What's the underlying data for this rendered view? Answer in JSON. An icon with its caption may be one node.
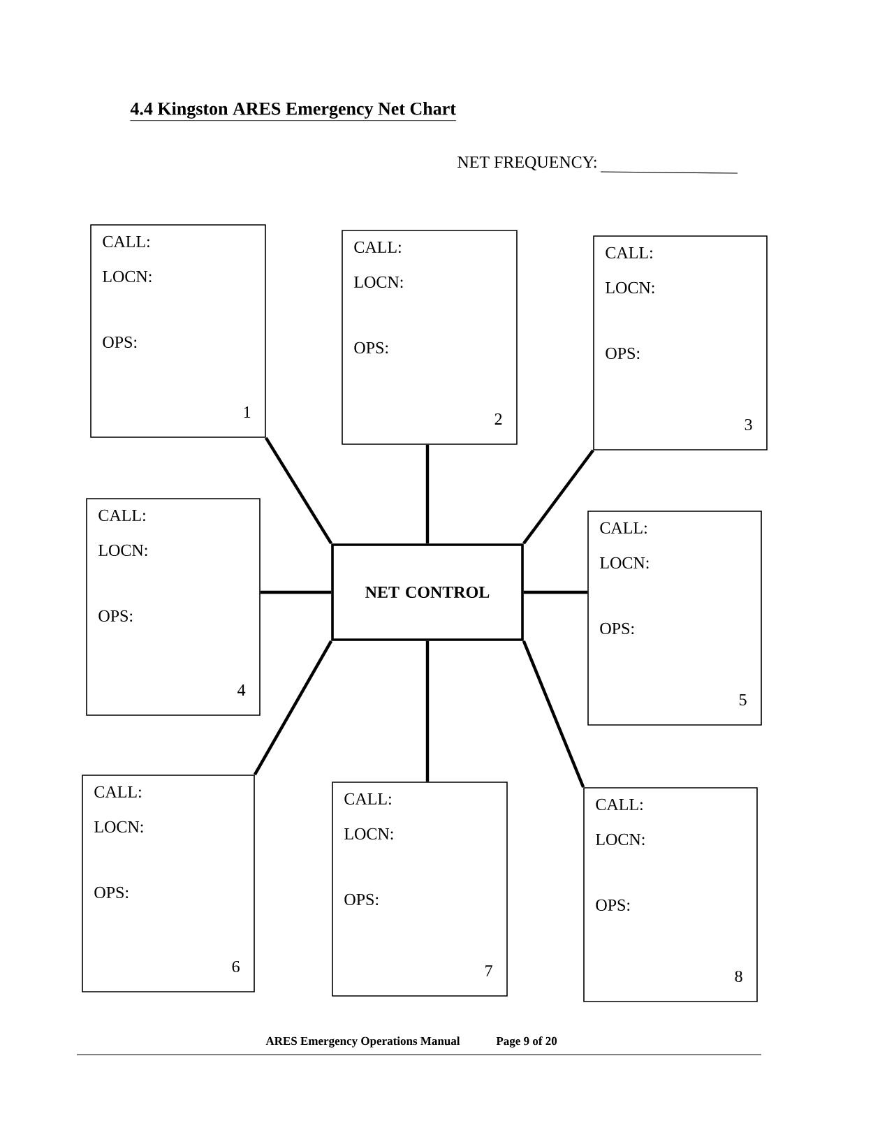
{
  "diagram": {
    "title": "4.4 Kingston ARES Emergency Net Chart",
    "nodes": [
      {
        "text": [
          "CALL:",
          "LOCN:",
          "OPS:",
          "1"
        ]
      },
      {
        "text": [
          "CALL:",
          "LOCN:",
          "OPS:",
          "2"
        ]
      },
      {
        "text": [
          "CALL:",
          "LOCN:",
          "OPS:",
          "3"
        ]
      },
      {
        "text": [
          "CALL:",
          "LOCN:",
          "OPS:",
          "4"
        ]
      },
      {
        "text": [
          "NET CONTROL"
        ]
      },
      {
        "text": [
          "CALL:",
          "LOCN:",
          "OPS:",
          "5"
        ]
      },
      {
        "text": [
          "CALL:",
          "LOCN:",
          "OPS:",
          "6"
        ]
      },
      {
        "text": [
          "CALL:",
          "LOCN:",
          "OPS:",
          "7"
        ]
      },
      {
        "text": [
          "CALL:",
          "LOCN:",
          "OPS:",
          "8"
        ]
      }
    ],
    "edges": [
      {
        "from": 4,
        "to": 0,
        "arrow": "none"
      },
      {
        "from": 4,
        "to": 1,
        "arrow": "none"
      },
      {
        "from": 4,
        "to": 2,
        "arrow": "none"
      },
      {
        "from": 4,
        "to": 3,
        "arrow": "none"
      },
      {
        "from": 4,
        "to": 5,
        "arrow": "none"
      },
      {
        "from": 4,
        "to": 6,
        "arrow": "none"
      },
      {
        "from": 4,
        "to": 7,
        "arrow": "none"
      },
      {
        "from": 4,
        "to": 8,
        "arrow": "none"
      }
    ],
    "labels": [
      "NET FREQUENCY:",
      "ARES Emergency Operations Manual",
      "Page 9 of 20"
    ]
  }
}
